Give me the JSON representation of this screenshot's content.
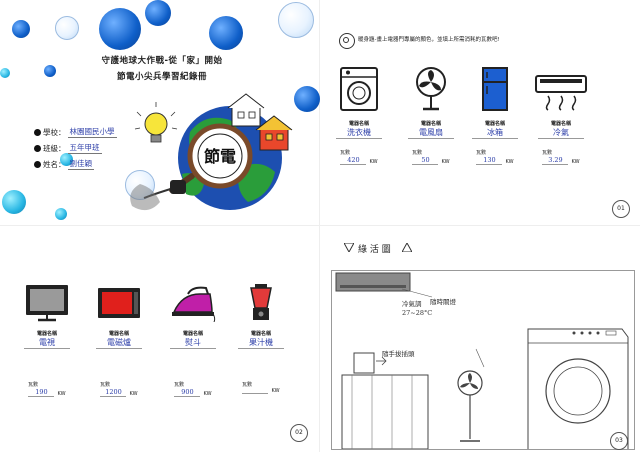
{
  "cover": {
    "title_line1": "守護地球大作戰-從「家」開始",
    "title_line2": "節電小尖兵學習紀錄冊",
    "fields": [
      {
        "label": "學校：",
        "value": "林園國民小學"
      },
      {
        "label": "班級：",
        "value": "五年甲班"
      },
      {
        "label": "姓名：",
        "value": "劉佳穎"
      }
    ],
    "badge_text": "節電"
  },
  "page1": {
    "instructions": "暖身題-畫上電器門專屬的顏色，並填上所需消耗的瓦數吧!",
    "name_label": "電器名稱",
    "power_label": "瓦數",
    "unit": "KW",
    "appliances": [
      {
        "icon": "washing-machine-icon",
        "name": "洗衣機",
        "power": "420"
      },
      {
        "icon": "electric-fan-icon",
        "name": "電風扇",
        "power": "50"
      },
      {
        "icon": "refrigerator-icon",
        "name": "冰箱",
        "power": "130"
      },
      {
        "icon": "air-conditioner-icon",
        "name": "冷氣",
        "power": "3.29"
      }
    ],
    "page_number": "01"
  },
  "page2": {
    "name_label": "電器名稱",
    "power_label": "瓦數",
    "unit": "KW",
    "appliances": [
      {
        "icon": "television-icon",
        "name": "電視",
        "power": "190"
      },
      {
        "icon": "microwave-icon",
        "name": "電磁爐",
        "power": "1200"
      },
      {
        "icon": "iron-icon",
        "name": "熨斗",
        "power": "900"
      },
      {
        "icon": "blender-icon",
        "name": "果汁機",
        "power": ""
      }
    ],
    "page_number": "02"
  },
  "page3": {
    "title": "綠 活 圖",
    "notes": [
      "隨時關燈",
      "冷氣調27~28°C",
      "隨手拔插頭"
    ],
    "page_number": "03"
  },
  "colors": {
    "bubble_blue": "#0f5fc9",
    "handwriting": "#2c3ea8",
    "earth_green": "#2a9d3a",
    "fridge_blue": "#1c5fd0",
    "tv_red": "#e0201c",
    "iron_magenta": "#c01fa8"
  }
}
